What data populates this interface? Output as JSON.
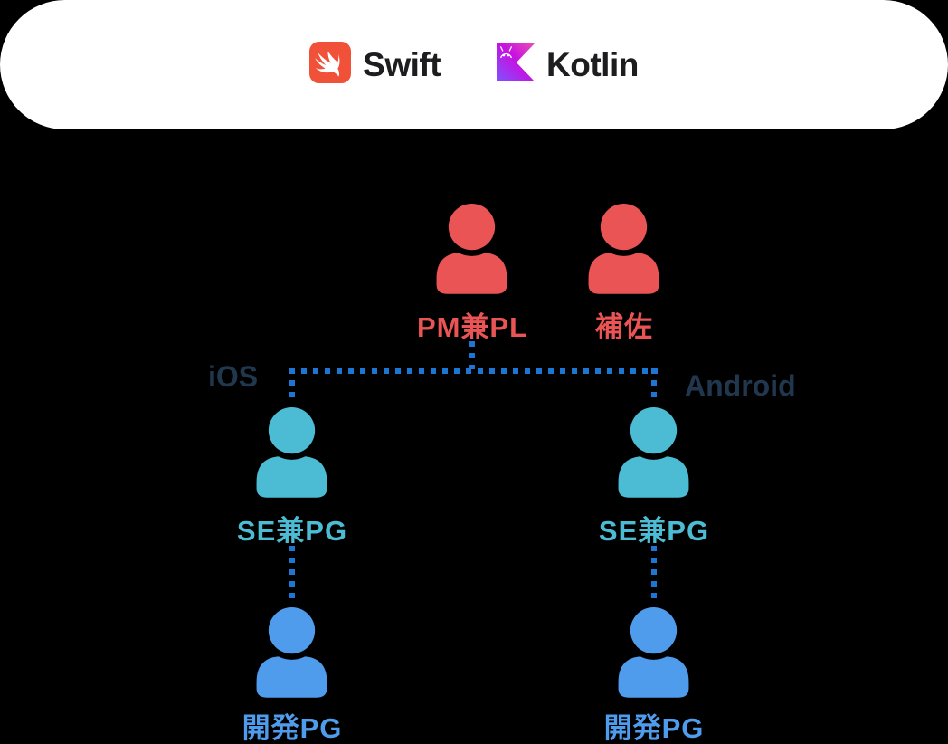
{
  "banner": {
    "swift_label": "Swift",
    "kotlin_label": "Kotlin"
  },
  "org_chart": {
    "managers": [
      {
        "role": "PM兼PL"
      },
      {
        "role": "補佐"
      }
    ],
    "platform_labels": [
      {
        "label": "iOS"
      },
      {
        "label": "Android"
      }
    ],
    "engineers": [
      {
        "role": "SE兼PG",
        "platform": "iOS"
      },
      {
        "role": "SE兼PG",
        "platform": "Android"
      }
    ],
    "programmers": [
      {
        "role": "開発PG",
        "platform": "iOS"
      },
      {
        "role": "開発PG",
        "platform": "Android"
      }
    ]
  },
  "colors": {
    "manager": "#EA5455",
    "engineer": "#4BBCD3",
    "programmer": "#4F9CEC",
    "connector": "#1E76D4",
    "platform-text": "#21374E",
    "swift-orange": "#F05138",
    "brand-text": "#1D1D1F",
    "banner-bg": "#FFFFFF",
    "page-bg": "#000000"
  }
}
